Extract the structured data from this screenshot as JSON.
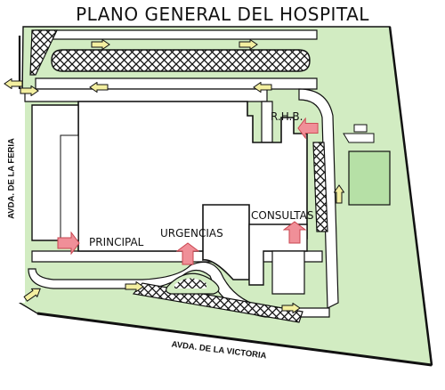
{
  "title": "PLANO GENERAL DEL HOSPITAL",
  "labels": {
    "principal": "PRINCIPAL",
    "urgencias": "URGENCIAS",
    "consultas": "CONSULTAS",
    "rhb": "R.H.B."
  },
  "streets": {
    "feria": "AVDA. DE LA FERIA",
    "victoria": "AVDA. DE LA VICTORIA"
  },
  "colors": {
    "grass": "#d2ecc2",
    "grass_dark": "#b6e0a6",
    "building": "#ffffff",
    "outline": "#111111",
    "entrance_arrow": "#f08f98",
    "traffic_arrow": "#f3efa0"
  },
  "icons": {
    "entrance": "entrance-arrow-icon",
    "traffic": "traffic-direction-arrow-icon"
  }
}
